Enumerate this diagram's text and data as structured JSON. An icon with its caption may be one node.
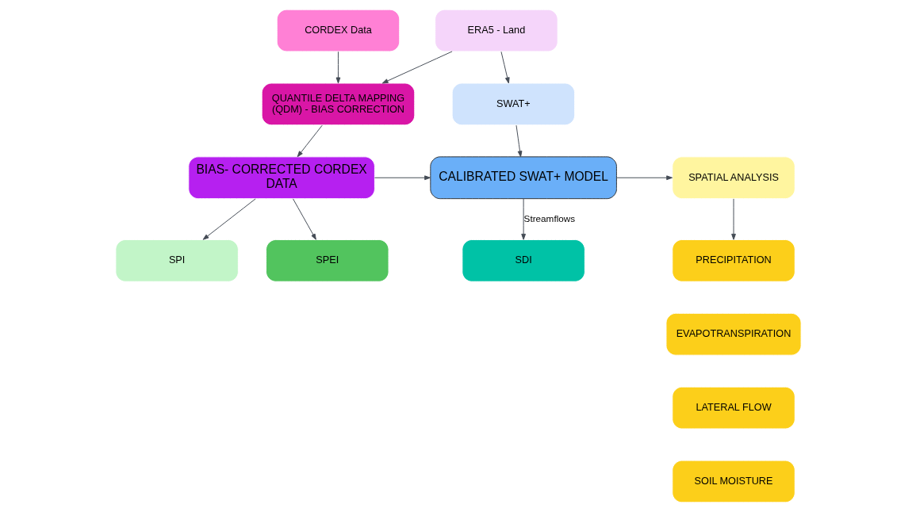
{
  "diagram": {
    "nodes": [
      {
        "text": [
          "CORDEX Data"
        ]
      },
      {
        "text": [
          "ERA5 - Land"
        ]
      },
      {
        "text": [
          "QUANTILE DELTA MAPPING (QDM) - BIAS CORRECTION"
        ]
      },
      {
        "text": [
          "SWAT+"
        ]
      },
      {
        "text": [
          "BIAS- CORRECTED CORDEX DATA"
        ]
      },
      {
        "text": [
          "CALIBRATED SWAT+ MODEL"
        ]
      },
      {
        "text": [
          "SPATIAL ANALYSIS"
        ]
      },
      {
        "text": [
          "SPI"
        ]
      },
      {
        "text": [
          "SPEI"
        ]
      },
      {
        "text": [
          "SDI"
        ]
      },
      {
        "text": [
          "PRECIPITATION"
        ]
      },
      {
        "text": [
          "EVAPOTRANSPIRATION"
        ]
      },
      {
        "text": [
          "LATERAL FLOW"
        ]
      },
      {
        "text": [
          "SOIL MOISTURE"
        ]
      }
    ],
    "edges": [
      {
        "from": 0,
        "to": 2,
        "arrow": "to"
      },
      {
        "from": 1,
        "to": 2,
        "arrow": "to"
      },
      {
        "from": 1,
        "to": 3,
        "arrow": "to"
      },
      {
        "from": 2,
        "to": 4,
        "arrow": "to"
      },
      {
        "from": 3,
        "to": 5,
        "arrow": "to"
      },
      {
        "from": 4,
        "to": 5,
        "arrow": "to"
      },
      {
        "from": 5,
        "to": 6,
        "arrow": "to"
      },
      {
        "from": 4,
        "to": 7,
        "arrow": "to"
      },
      {
        "from": 4,
        "to": 8,
        "arrow": "to"
      },
      {
        "from": 5,
        "to": 9,
        "arrow": "to",
        "label": "Streamflows"
      },
      {
        "from": 6,
        "to": 10,
        "arrow": "to"
      }
    ]
  }
}
